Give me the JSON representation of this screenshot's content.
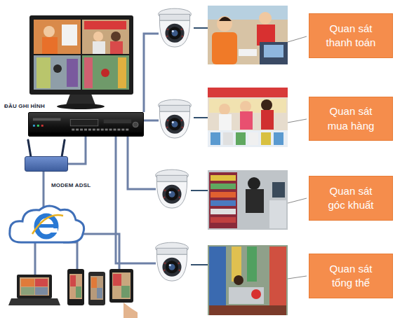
{
  "diagram": {
    "nodes": [
      {
        "text": [
          "ĐẦU GHI HÌNH"
        ]
      },
      {
        "text": [
          "MODEM ADSL"
        ]
      },
      {
        "text": [
          "Quan sát thanh toán"
        ]
      },
      {
        "text": [
          "Quan sát mua hàng"
        ]
      },
      {
        "text": [
          "Quan sát góc khuất"
        ]
      },
      {
        "text": [
          "Quan sát tổng thể"
        ]
      }
    ],
    "edges": [
      {
        "from": 0,
        "to": 1,
        "arrow": "none"
      }
    ]
  }
}
